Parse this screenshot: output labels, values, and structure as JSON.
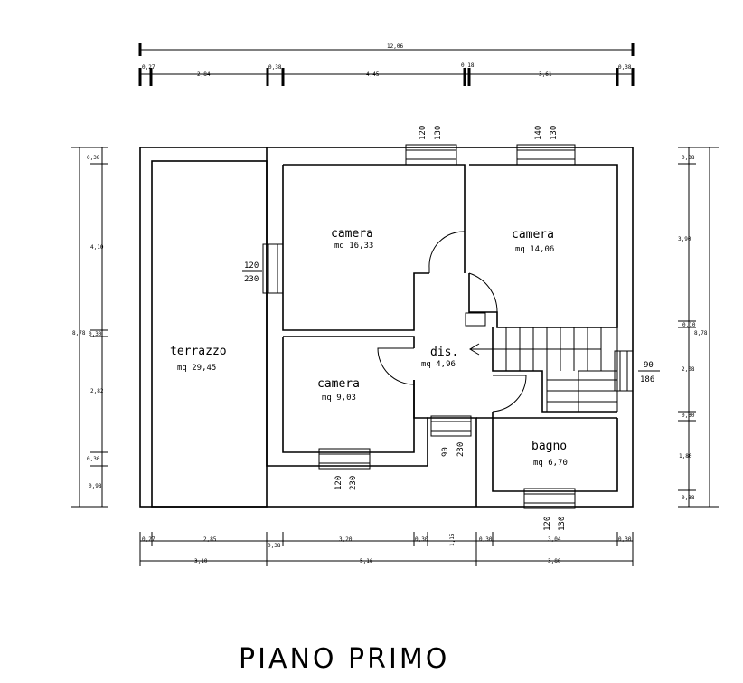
{
  "title": "PIANO PRIMO",
  "rooms": {
    "terrazzo": {
      "name": "terrazzo",
      "area": "mq 29,45"
    },
    "camera1": {
      "name": "camera",
      "area": "mq 16,33"
    },
    "camera2": {
      "name": "camera",
      "area": "mq 14,06"
    },
    "camera3": {
      "name": "camera",
      "area": "mq 9,03"
    },
    "dis": {
      "name": "dis.",
      "area": "mq 4,96"
    },
    "bagno": {
      "name": "bagno",
      "area": "mq 6,70"
    }
  },
  "windows": {
    "top1": {
      "w": "120",
      "h": "130"
    },
    "top2": {
      "w": "140",
      "h": "130"
    },
    "left": {
      "w": "120",
      "h": "230"
    },
    "bottom1": {
      "w": "120",
      "h": "230"
    },
    "inner": {
      "w": "90",
      "h": "230"
    },
    "bottom2": {
      "w": "120",
      "h": "130"
    },
    "right": {
      "w": "90",
      "h": "186"
    }
  },
  "dims": {
    "top_total": "12,06",
    "top": [
      "0,27",
      "2,84",
      "0,38",
      "4,45",
      "0,18",
      "3,61",
      "0,38"
    ],
    "bottom1": [
      "0,27",
      "2,85",
      "0,38",
      "3,20",
      "0,30",
      "1,15",
      "0,30",
      "3,04",
      "0,30"
    ],
    "bottom2": [
      "3,10",
      "5,16",
      "3,80"
    ],
    "left_total": "8,78",
    "left": [
      "0,38",
      "4,10",
      "0,30",
      "2,82",
      "0,30",
      "0,98"
    ],
    "right_total": "8,78",
    "right": [
      "0,38",
      "3,90",
      "0,10",
      "2,08",
      "0,30",
      "1,80",
      "0,38"
    ]
  }
}
